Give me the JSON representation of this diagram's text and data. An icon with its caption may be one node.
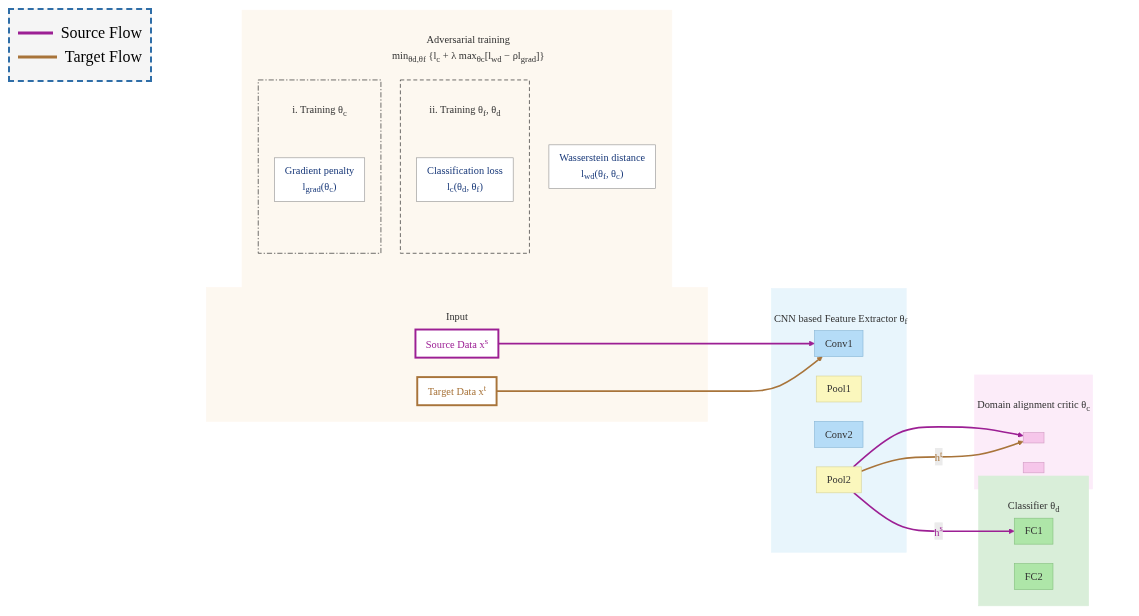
{
  "diagram": {
    "nodes": [
      {
        "text": [
          "Input"
        ]
      },
      {
        "text": [
          "Source Data x$^{s}$"
        ],
        "in": 0
      },
      {
        "text": [
          "Target Data x$^{t}$"
        ],
        "in": 0
      },
      {
        "text": [
          "CNN based Feature Extractor θ$_{f}$"
        ]
      },
      {
        "text": [
          "Conv1"
        ],
        "in": 3
      },
      {
        "text": [
          "Pool1"
        ],
        "in": 3
      },
      {
        "text": [
          "Conv2"
        ],
        "in": 3
      },
      {
        "text": [
          "Pool2"
        ],
        "in": 3
      },
      {
        "text": [
          "Classifier θ$_{d}$"
        ]
      },
      {
        "text": [
          "FC1"
        ],
        "in": 8
      },
      {
        "text": [
          "FC2"
        ],
        "in": 8
      },
      {
        "text": [
          "Domain alignment critic θ$_{c}$"
        ]
      },
      {
        "text": [],
        "shape": "box",
        "in": 11
      },
      {
        "text": [],
        "shape": "box",
        "in": 11
      },
      {
        "text": [
          "Adversarial training",
          "min$_{θd,θf}$ {l$_{c}$ + λ max$_{θc}$[l$_{wd}$ − ρl$_{grad}$]}"
        ]
      },
      {
        "text": [
          "ii. Training θ$_{f}$, θ$_{d}$"
        ],
        "in": 14
      },
      {
        "text": [
          "Classification loss",
          "l$_{c}$(θ$_{d}$, θ$_{f}$)"
        ],
        "in": 15
      },
      {
        "text": [
          "i. Training θ$_{c}$"
        ],
        "in": 14
      },
      {
        "text": [
          "Wasserstein distance",
          "l$_{wd}$(θ$_{f}$, θ$_{c}$)"
        ],
        "in": 14
      },
      {
        "text": [
          "Gradient penalty",
          "l$_{grad}$(θ$_{c}$)"
        ],
        "in": 17
      }
    ],
    "edges": [
      {
        "from": 1,
        "to": 4,
        "arrow": "to",
        "color": "#9c1f94"
      },
      {
        "from": 2,
        "to": 4,
        "arrow": "to",
        "color": "#a8743a"
      },
      {
        "from": 7,
        "to": 9,
        "arrow": "to",
        "label": "h$^{s}$",
        "color": "#9c1f94"
      },
      {
        "from": 7,
        "to": 12,
        "arrow": "to",
        "color": "#9c1f94"
      },
      {
        "from": 7,
        "to": 12,
        "arrow": "to",
        "label": "h$^{t}$",
        "color": "#a8743a"
      }
    ],
    "legend": [
      {
        "text": "Source Flow"
      },
      {
        "text": "Target Flow"
      }
    ]
  }
}
